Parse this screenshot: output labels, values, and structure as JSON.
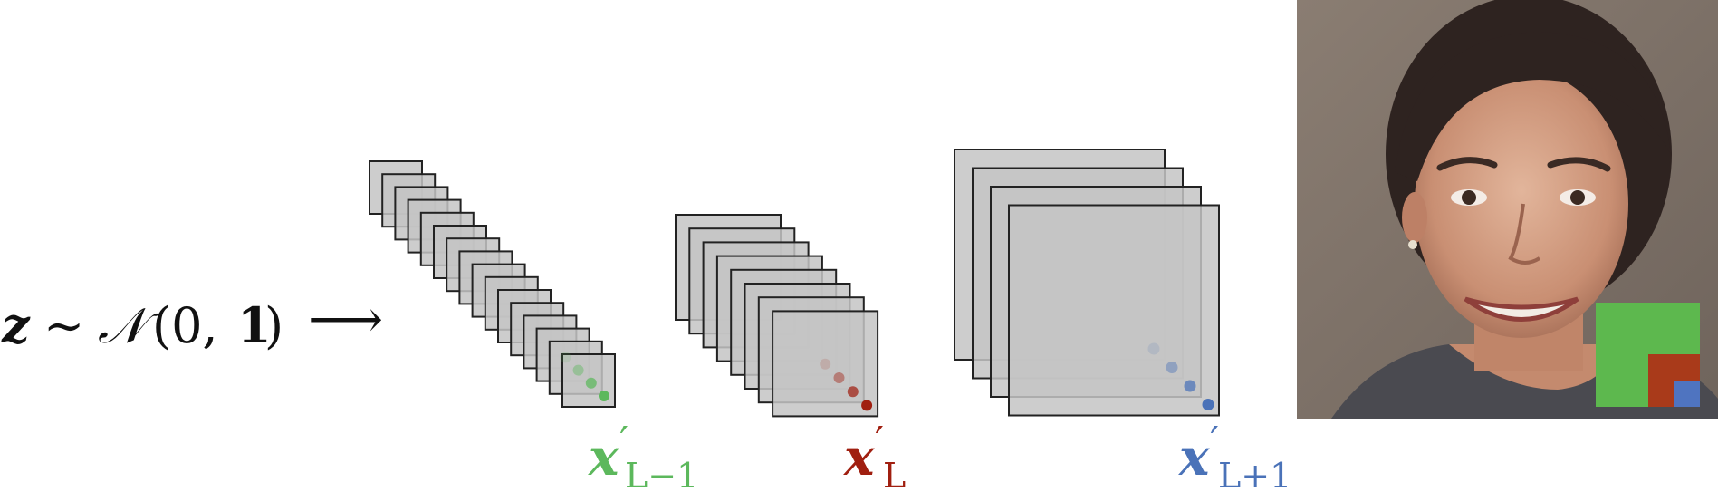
{
  "formula": {
    "z": "z",
    "sim": "∼",
    "dist": "𝒩",
    "args": "(0, ",
    "one": "1",
    "close": ")",
    "arrow": "⟶"
  },
  "layers": [
    {
      "id": "layer-l-minus-1",
      "symbol": "x",
      "prime": "′",
      "subscript": "L−1",
      "color": "#5cb85c",
      "stack_count": 16
    },
    {
      "id": "layer-l",
      "symbol": "x",
      "prime": "′",
      "subscript": "L",
      "color": "#a01f10",
      "stack_count": 8
    },
    {
      "id": "layer-l-plus-1",
      "symbol": "x",
      "prime": "′",
      "subscript": "L+1",
      "color": "#4a72b8",
      "stack_count": 4
    }
  ],
  "colors": {
    "square_fill": "#c4c4c4",
    "square_stroke": "#222222",
    "overlay_green": "#5db84e",
    "overlay_red": "#a93a1a",
    "overlay_blue": "#4f74c0"
  },
  "face_image": {
    "description_icon": "generated-face-image"
  }
}
